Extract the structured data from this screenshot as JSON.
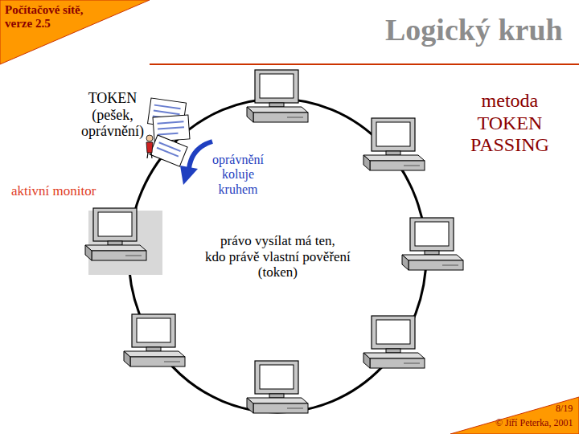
{
  "diagram": {
    "title": "Logický kruh",
    "labels": [
      "Počítačové sítě, verze 2.5",
      "TOKEN (pešek, oprávnění)",
      "oprávnění koluje kruhem",
      "aktivní monitor",
      "právo vysílat má ten, kdo právě vlastní pověření (token)",
      "metoda TOKEN PASSING",
      "8/19",
      "© Jiří Peterka, 2001"
    ]
  }
}
